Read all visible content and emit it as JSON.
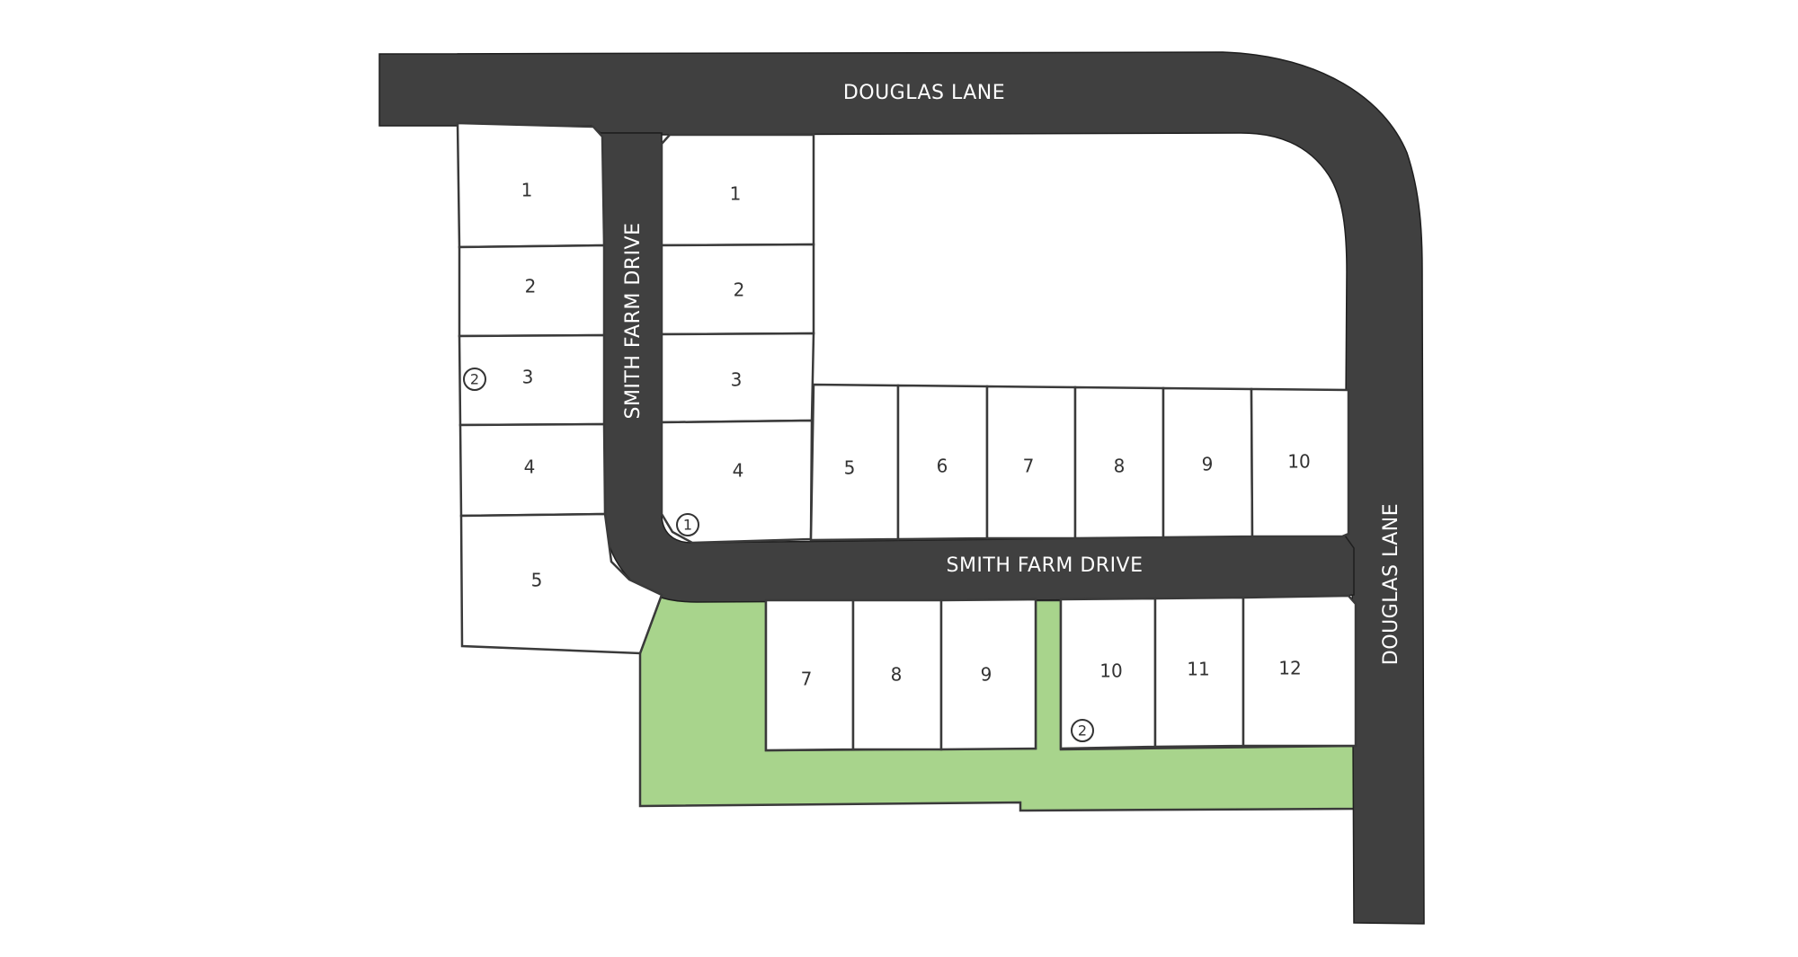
{
  "map": {
    "colors": {
      "road": "#404040",
      "lot_fill": "#ffffff",
      "lot_stroke": "#3a3a3a",
      "open_space": "#a8d48c",
      "label": "#333333",
      "road_label": "#ffffff"
    },
    "roads": {
      "douglas_lane_top": "DOUGLAS LANE",
      "douglas_lane_side": "DOUGLAS LANE",
      "smith_farm_vertical": "SMITH FARM DRIVE",
      "smith_farm_horizontal": "SMITH FARM DRIVE"
    },
    "lots": {
      "left_column": [
        "1",
        "2",
        "3",
        "4",
        "5"
      ],
      "right_column": [
        "1",
        "2",
        "3",
        "4"
      ],
      "middle_row": [
        "5",
        "6",
        "7",
        "8",
        "9",
        "10"
      ],
      "bottom_row": [
        "7",
        "8",
        "9",
        "10",
        "11",
        "12"
      ]
    },
    "markers": [
      "2",
      "1",
      "2"
    ]
  }
}
